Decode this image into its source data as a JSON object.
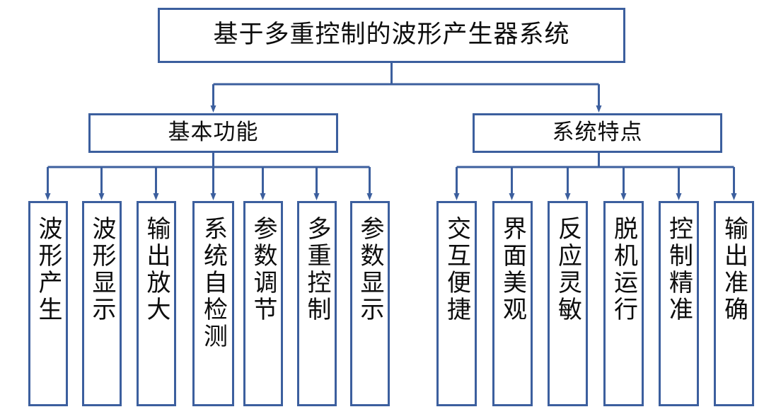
{
  "diagram": {
    "title": "基于多重控制的波形产生器系统",
    "type": "hierarchy-tree",
    "orientation": "top-down",
    "colors": {
      "border": "#3c5f9e",
      "connector": "#3c5f9e",
      "box_fill": "#ffffff",
      "text": "#0d0d0d",
      "background": "#ffffff"
    },
    "root": {
      "label": "基于多重控制的波形产生器系统"
    },
    "branches": [
      {
        "label": "基本功能",
        "children": [
          {
            "label": "波形产生"
          },
          {
            "label": "波形显示"
          },
          {
            "label": "输出放大"
          },
          {
            "label": "系统自检测"
          },
          {
            "label": "参数调节"
          },
          {
            "label": "多重控制"
          },
          {
            "label": "参数显示"
          }
        ]
      },
      {
        "label": "系统特点",
        "children": [
          {
            "label": "交互便捷"
          },
          {
            "label": "界面美观"
          },
          {
            "label": "反应灵敏"
          },
          {
            "label": "脱机运行"
          },
          {
            "label": "控制精准"
          },
          {
            "label": "输出准确"
          }
        ]
      }
    ]
  }
}
